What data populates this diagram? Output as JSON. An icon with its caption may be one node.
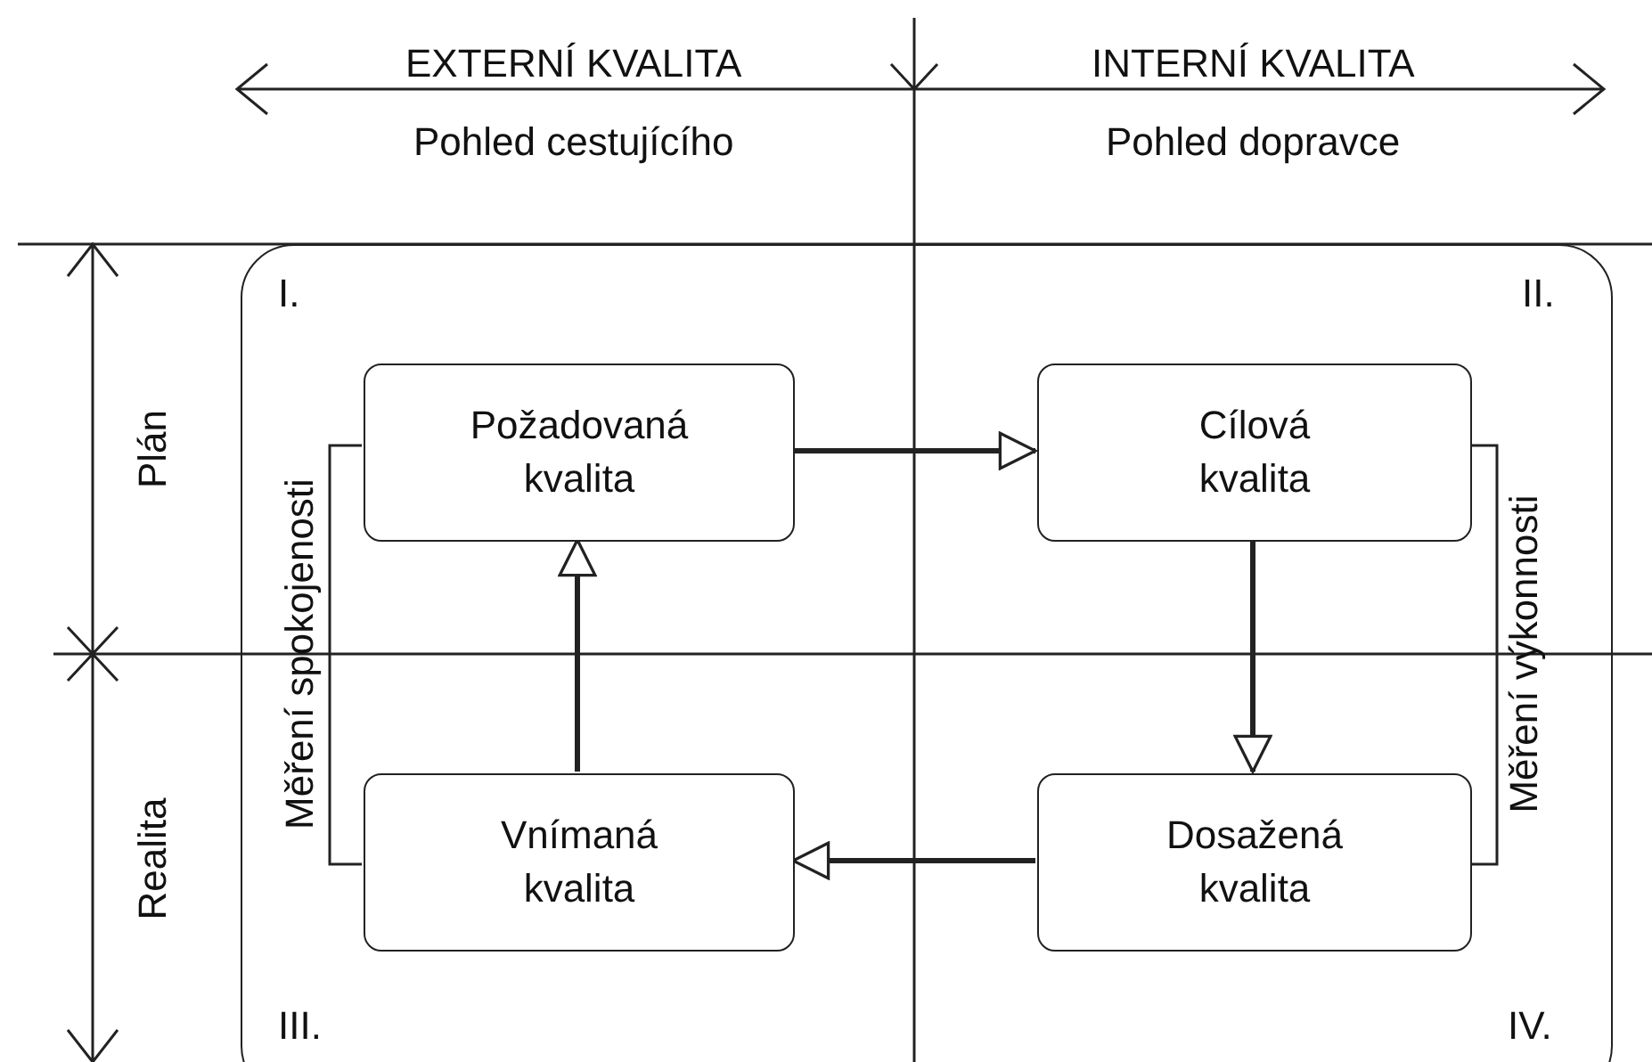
{
  "diagram": {
    "nodes": [
      {
        "text": [
          "I.",
          "II.",
          "III.",
          "IV."
        ]
      },
      {
        "text": [
          "Požadovaná kvalita"
        ],
        "in": 0
      },
      {
        "text": [
          "Cílová kvalita"
        ],
        "in": 0
      },
      {
        "text": [
          "Vnímaná kvalita"
        ],
        "in": 0
      },
      {
        "text": [
          "Dosažená kvalita"
        ],
        "in": 0
      }
    ],
    "edges": [
      {
        "from": 1,
        "to": 2,
        "arrow": "to"
      },
      {
        "from": 2,
        "to": 4,
        "arrow": "to"
      },
      {
        "from": 4,
        "to": 3,
        "arrow": "to"
      },
      {
        "from": 3,
        "to": 1,
        "arrow": "to"
      },
      {
        "from": 1,
        "to": 3,
        "arrow": "none",
        "label": "Měření spokojenosti"
      },
      {
        "from": 2,
        "to": 4,
        "arrow": "none",
        "label": "Měření výkonnosti"
      }
    ],
    "labels": [
      "EXTERNÍ KVALITA",
      "INTERNÍ KVALITA",
      "Pohled cestujícího",
      "Pohled dopravce",
      "Plán",
      "Realita"
    ]
  }
}
